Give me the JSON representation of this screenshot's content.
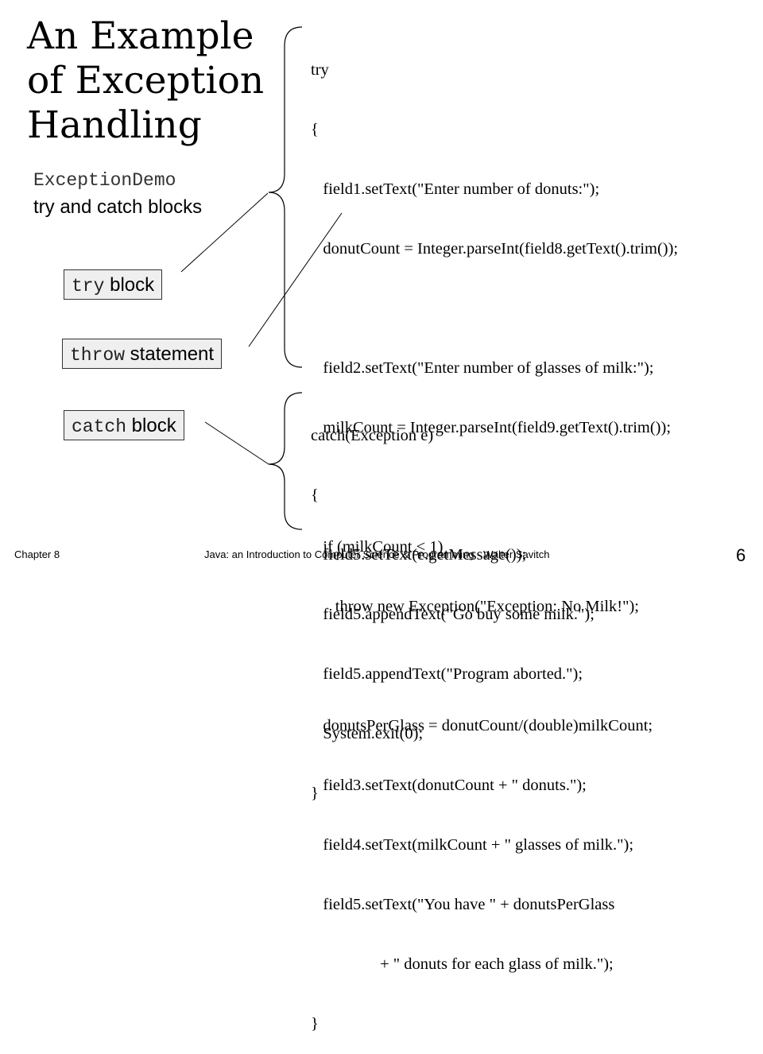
{
  "title": {
    "line1": "An Example",
    "line2": "of Exception",
    "line3": "Handling"
  },
  "subtitle": {
    "class_name": "ExceptionDemo",
    "description": "try and catch blocks"
  },
  "labels": {
    "try_block": {
      "code": "try",
      "text": " block"
    },
    "throw_statement": {
      "code": "throw",
      "text": " statement"
    },
    "catch_block": {
      "code": "catch",
      "text": " block"
    }
  },
  "try_code": [
    "try",
    "{",
    "   field1.setText(\"Enter number of donuts:\");",
    "   donutCount = Integer.parseInt(field8.getText().trim());",
    "",
    "   field2.setText(\"Enter number of glasses of milk:\");",
    "   milkCount = Integer.parseInt(field9.getText().trim());",
    "",
    "   if (milkCount < 1)",
    "      throw new Exception(\"Exception: No Milk!\");",
    "",
    "   donutsPerGlass = donutCount/(double)milkCount;",
    "   field3.setText(donutCount + \" donuts.\");",
    "   field4.setText(milkCount + \" glasses of milk.\");",
    "   field5.setText(\"You have \" + donutsPerGlass",
    "                 + \" donuts for each glass of milk.\");",
    "}"
  ],
  "catch_code": [
    "catch(Exception e)",
    "{",
    "   field5.setText(e.getMessage());",
    "   field5.appendText(\"Go buy some milk.\");",
    "   field5.appendText(\"Program aborted.\");",
    "   System.exit(0);",
    "}"
  ],
  "footer": {
    "chapter": "Chapter 8",
    "course": "Java: an Introduction to Computer Science & Programming - Walter Savitch",
    "page": "6"
  }
}
